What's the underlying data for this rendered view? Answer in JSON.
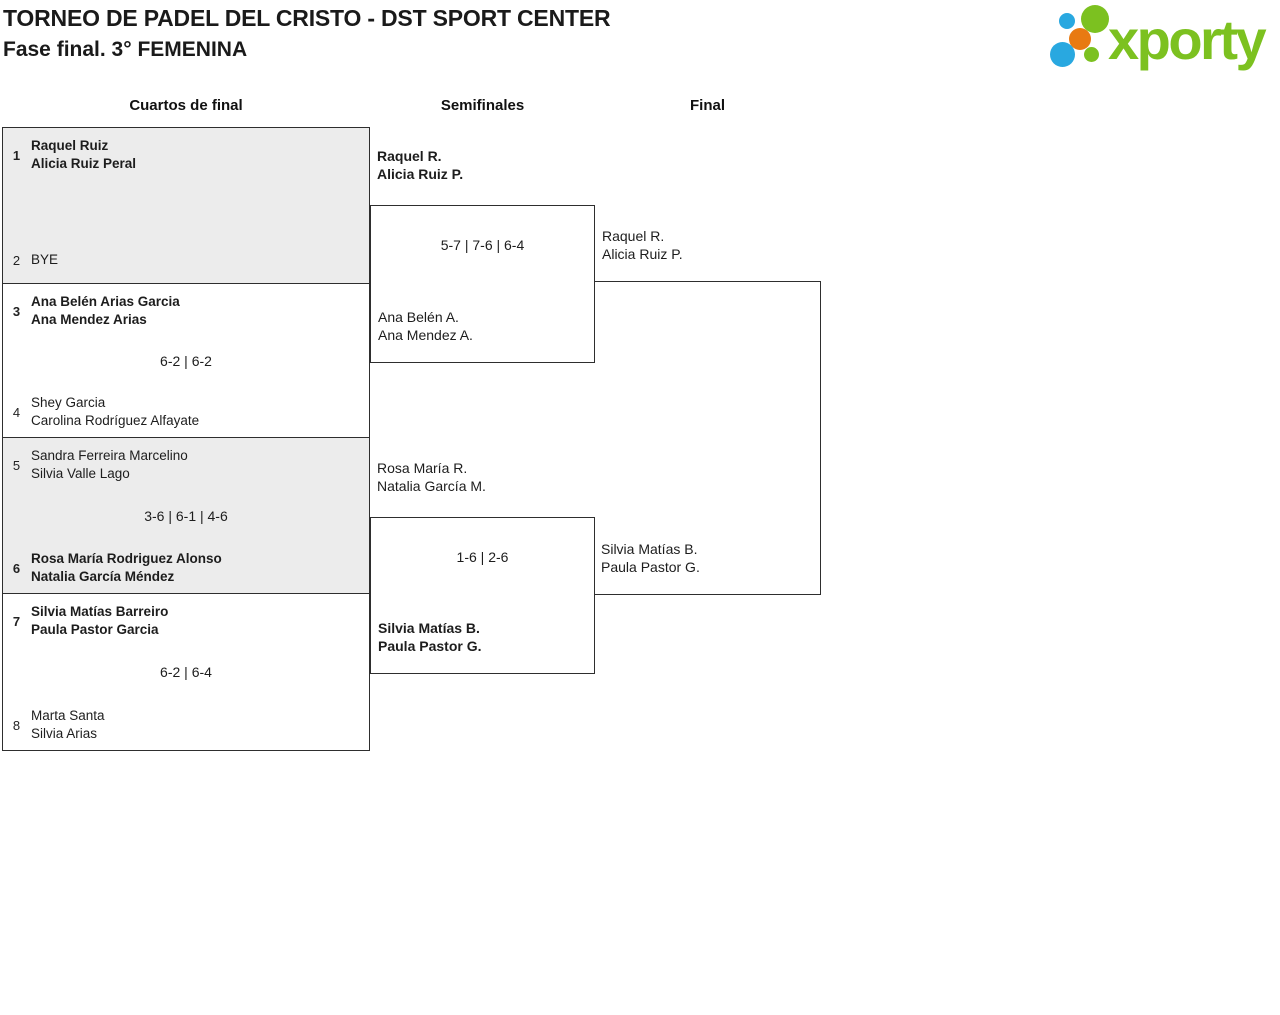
{
  "header": {
    "title": "TORNEO DE PADEL DEL CRISTO - DST SPORT CENTER",
    "subtitle": "Fase final. 3° FEMENINA",
    "logo_text": "xporty"
  },
  "brand_colors": {
    "green": "#7cc120",
    "blue": "#29a8e0",
    "orange": "#e87a12"
  },
  "bracket": {
    "rounds": [
      {
        "label": "Cuartos de final"
      },
      {
        "label": "Semifinales"
      },
      {
        "label": "Final"
      }
    ],
    "quarterfinals": [
      {
        "top": {
          "seed": "1",
          "players": [
            "Raquel Ruiz",
            "Alicia Ruiz Peral"
          ],
          "winner": true
        },
        "bottom": {
          "seed": "2",
          "players": [
            "BYE"
          ],
          "winner": false
        }
      },
      {
        "top": {
          "seed": "3",
          "players": [
            "Ana Belén Arias Garcia",
            "Ana Mendez Arias"
          ],
          "winner": true
        },
        "bottom": {
          "seed": "4",
          "players": [
            "Shey Garcia",
            "Carolina Rodríguez Alfayate"
          ],
          "winner": false
        },
        "score": "6-2 | 6-2"
      },
      {
        "top": {
          "seed": "5",
          "players": [
            "Sandra Ferreira Marcelino",
            "Silvia Valle Lago"
          ],
          "winner": false
        },
        "bottom": {
          "seed": "6",
          "players": [
            "Rosa María Rodriguez Alonso",
            "Natalia García Méndez"
          ],
          "winner": true
        },
        "score": "3-6 | 6-1 | 4-6"
      },
      {
        "top": {
          "seed": "7",
          "players": [
            "Silvia Matías Barreiro",
            "Paula Pastor Garcia"
          ],
          "winner": true
        },
        "bottom": {
          "seed": "8",
          "players": [
            "Marta Santa",
            "Silvia Arias"
          ],
          "winner": false
        },
        "score": "6-2 | 6-4"
      }
    ],
    "semifinals": [
      {
        "top": {
          "players": [
            "Raquel R.",
            "Alicia Ruiz P."
          ],
          "winner": true
        },
        "bottom": {
          "players": [
            "Ana Belén A.",
            "Ana Mendez A."
          ],
          "winner": false
        },
        "score": "5-7 | 7-6 | 6-4"
      },
      {
        "top": {
          "players": [
            "Rosa María R.",
            "Natalia García M."
          ],
          "winner": false
        },
        "bottom": {
          "players": [
            "Silvia Matías B.",
            "Paula Pastor G."
          ],
          "winner": true
        },
        "score": "1-6 | 2-6"
      }
    ],
    "final": {
      "top": {
        "players": [
          "Raquel R.",
          "Alicia Ruiz P."
        ]
      },
      "bottom": {
        "players": [
          "Silvia Matías B.",
          "Paula Pastor G."
        ]
      }
    }
  }
}
